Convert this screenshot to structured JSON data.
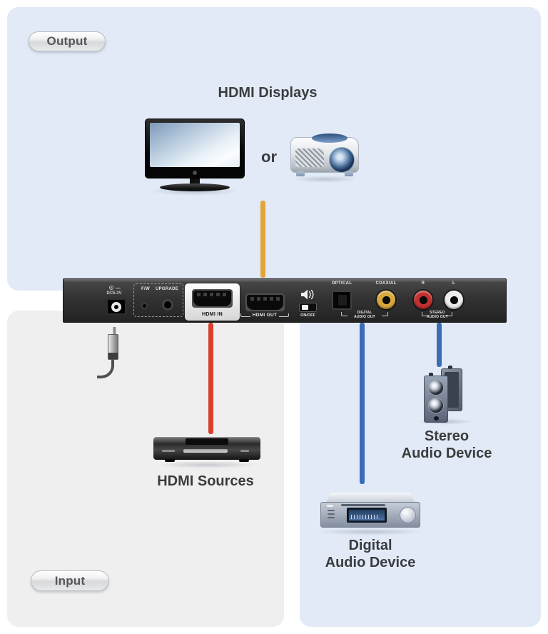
{
  "badges": {
    "output": "Output",
    "input": "Input"
  },
  "output_section": {
    "title": "HDMI Displays",
    "or": "or"
  },
  "input_section": {
    "label": "HDMI Sources"
  },
  "right_section": {
    "stereo": {
      "line1": "Stereo",
      "line2": "Audio Device"
    },
    "digital": {
      "line1": "Digital",
      "line2": "Audio Device"
    }
  },
  "panel": {
    "dc": "DC5.3V",
    "fw": "F/W",
    "upgrade": "UPGRADE",
    "hdmi_in": "HDMI IN",
    "hdmi_out": "HDMI OUT",
    "onoff": "ON/OFF",
    "optical": "OPTICAL",
    "coaxial": "COAXIAL",
    "r": "R",
    "l": "L",
    "digital_out": {
      "line1": "DIGITAL",
      "line2": "AUDIO OUT"
    },
    "stereo_out": {
      "line1": "STEREO",
      "line2": "AUDIO OUT"
    }
  },
  "colors": {
    "bg_blue": "#E1EAF6",
    "bg_gray": "#EFEFF0",
    "hdmi_out_cable": "#E3A438",
    "hdmi_in_cable": "#D8402E",
    "audio_cable": "#3B6CB7"
  }
}
